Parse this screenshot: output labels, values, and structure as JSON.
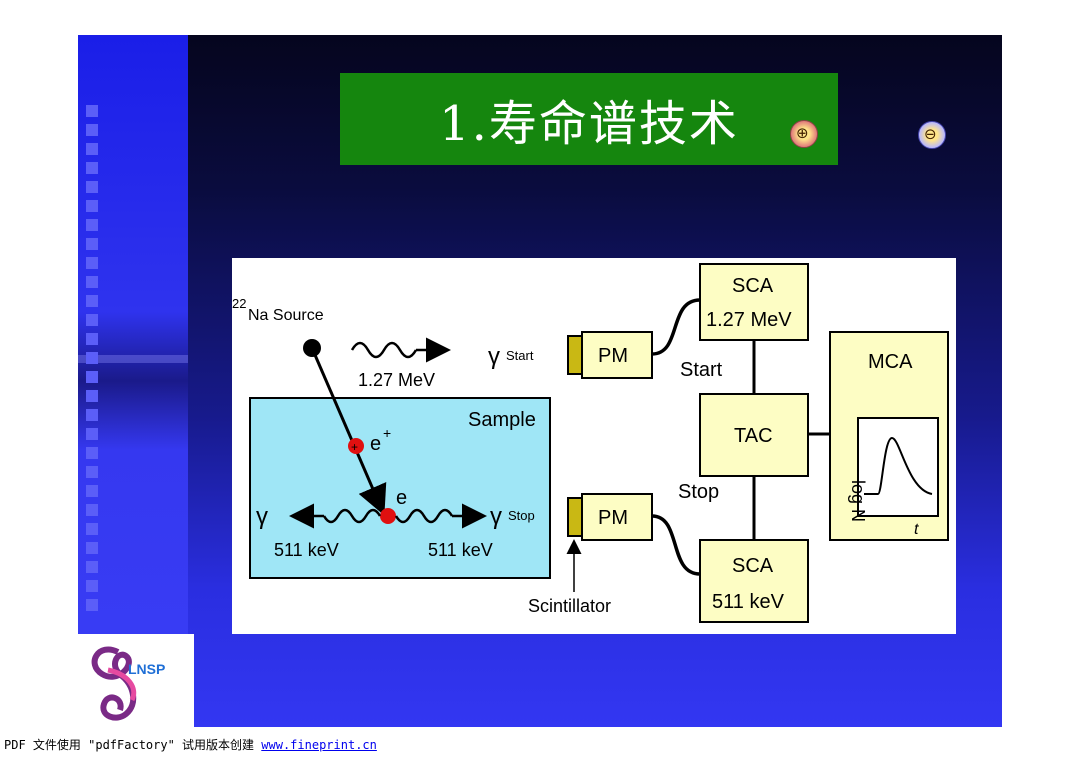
{
  "slide": {
    "title": "1.寿命谱技术"
  },
  "diagram": {
    "source_label": "Na Source",
    "source_superscript": "22",
    "start_energy": "1.27 MeV",
    "gamma_symbol": "γ",
    "start_label_small": "Start",
    "stop_label_small": "Stop",
    "sample_label": "Sample",
    "positron_label": "e",
    "positron_sup": "+",
    "electron_label": "e",
    "annih_energy_left": "511 keV",
    "annih_energy_right": "511 keV",
    "pm_top": "PM",
    "pm_bottom": "PM",
    "sca_top_line1": "SCA",
    "sca_top_line2": "1.27 MeV",
    "sca_bottom_line1": "SCA",
    "sca_bottom_line2": "511 keV",
    "start_link": "Start",
    "stop_link": "Stop",
    "tac": "TAC",
    "mca": "MCA",
    "log_n": "log N",
    "t_axis": "t",
    "scintillator": "Scintillator"
  },
  "logo": {
    "text": "LNSP"
  },
  "footer": {
    "prefix": "PDF 文件使用 \"pdfFactory\" 试用版本创建 ",
    "link": "www.fineprint.cn"
  },
  "colors": {
    "title_bg": "#15860e",
    "sample_bg": "#9fe6f6",
    "box_fill": "#fdfdc4",
    "particle": "#e01010"
  }
}
